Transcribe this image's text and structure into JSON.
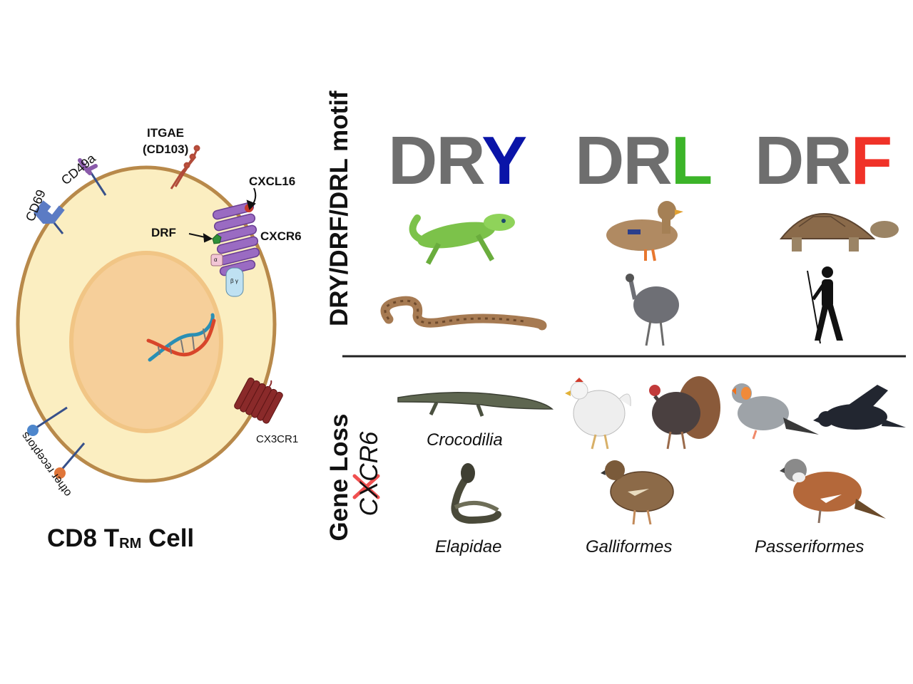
{
  "cell": {
    "title_main": "CD8 T",
    "title_sub": "RM",
    "title_end": " Cell",
    "labels": {
      "itgae": "ITGAE",
      "cd103": "(CD103)",
      "cd49a": "CD49a",
      "cd69": "CD69",
      "cxcl16": "CXCL16",
      "drf": "DRF",
      "cxcr6": "CXCR6",
      "cx3cr1": "CX3CR1",
      "other_receptors": "other receptors",
      "galpha": "α",
      "gbetagamma": "β γ"
    }
  },
  "motif_panel": {
    "side_label": "DRY/DRF/DRL motif",
    "motifs": [
      {
        "prefix": "DR",
        "suffix": "Y",
        "suffix_color": "#0a14a8"
      },
      {
        "prefix": "DR",
        "suffix": "L",
        "suffix_color": "#3cb429"
      },
      {
        "prefix": "DR",
        "suffix": "F",
        "suffix_color": "#f03228"
      }
    ],
    "prefix_color": "#6e6e6e"
  },
  "loss_panel": {
    "side_label_1": "Gene Loss",
    "side_label_2": "CXCR6",
    "groups": [
      "Crocodilia",
      "Elapidae",
      "Galliformes",
      "Passeriformes"
    ]
  },
  "icons": [
    "cell-icon",
    "nucleus-icon",
    "dna-icon",
    "lizard-icon",
    "snake-icon",
    "duck-icon",
    "emu-icon",
    "tortoise-icon",
    "human-silhouette-icon",
    "crocodile-icon",
    "cobra-icon",
    "chicken-icon",
    "turkey-icon",
    "quail-icon",
    "finch-icon",
    "crow-icon",
    "sparrow-icon"
  ]
}
